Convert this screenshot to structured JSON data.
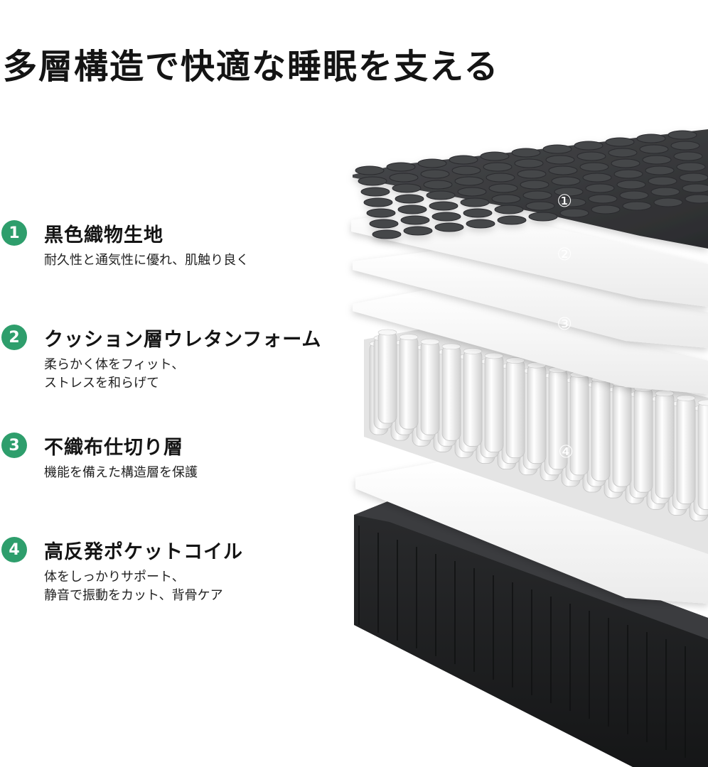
{
  "page": {
    "title": "多層構造で快適な睡眠を支える"
  },
  "features": [
    {
      "number": "1",
      "title": "黒色織物生地",
      "desc": [
        "耐久性と通気性に優れ、肌触り良く"
      ]
    },
    {
      "number": "2",
      "title": "クッション層ウレタンフォーム",
      "desc": [
        "柔らかく体をフィット、",
        "ストレスを和らげて"
      ]
    },
    {
      "number": "3",
      "title": "不織布仕切り層",
      "desc": [
        "機能を備えた構造層を保護"
      ]
    },
    {
      "number": "4",
      "title": "高反発ポケットコイル",
      "desc": [
        "体をしっかりサポート、",
        "静音で振動をカット、背骨ケア"
      ]
    }
  ],
  "layer_markers": [
    "①",
    "②",
    "③",
    "④"
  ],
  "colors": {
    "accent": "#2e9e6c",
    "fabric": "#3a3b3d",
    "base": "#1f2022",
    "foam": "#ffffff",
    "coil": "#f1f1f1"
  }
}
